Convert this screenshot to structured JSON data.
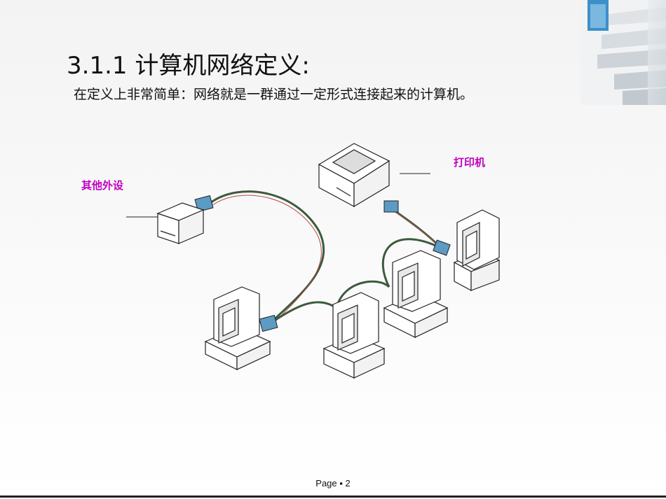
{
  "slide": {
    "title": "3.1.1 计算机网络定义:",
    "subtitle": "在定义上非常简单：网络就是一群通过一定形式连接起来的计算机。",
    "labels": {
      "other_devices": "其他外设",
      "printer": "打印机"
    },
    "footer": "Page ▪ 2"
  },
  "colors": {
    "label": "#c000c0",
    "connector": "#5b9bc4",
    "cable": "#6a8a6a"
  },
  "icons": [
    "staircase-decoration",
    "printer-icon",
    "peripheral-icon",
    "computer-icon",
    "connector-icon"
  ]
}
